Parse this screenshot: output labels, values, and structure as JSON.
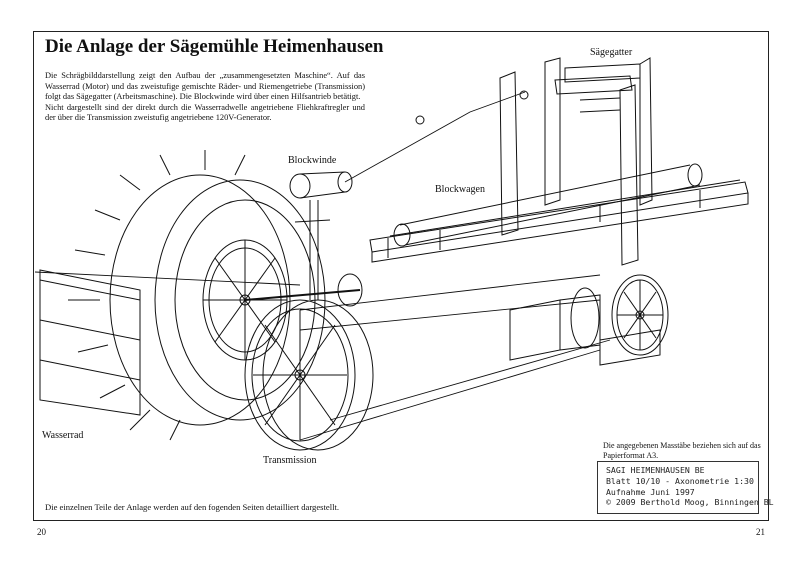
{
  "title": "Die Anlage der Sägemühle Heimenhausen",
  "intro": [
    "Die Schrägbilddarstellung zeigt den Aufbau der „zusammengesetzten Maschine“. Auf das Wasserrad (Motor) und das zweistufige gemischte Räder- und Riemengetriebe (Transmission) folgt das Sägegatter (Arbeitsmaschine). Die Blockwinde wird über einen Hilfsantrieb betätigt.",
    "Nicht dargestellt sind der direkt durch die Wasserradwelle angetriebene Fliehkraftregler und der über die Transmission zweistufig angetriebene 120V-Generator."
  ],
  "labels": {
    "saegegatter": "Sägegatter",
    "blockwinde": "Blockwinde",
    "blockwagen": "Blockwagen",
    "wasserrad": "Wasserrad",
    "transmission": "Transmission"
  },
  "scale_note": "Die angegebenen Masstäbe beziehen sich auf das Papierformat A3.",
  "title_block": {
    "line1": "SAGI HEIMENHAUSEN BE",
    "line2": "Blatt 10/10 - Axonometrie 1:30",
    "line3": "Aufnahme Juni 1997",
    "line4": "© 2009 Berthold Moog, Binningen BL"
  },
  "footer": "Die einzelnen Teile der Anlage werden auf den fogenden Seiten detailliert dargestellt.",
  "page_left": "20",
  "page_right": "21"
}
